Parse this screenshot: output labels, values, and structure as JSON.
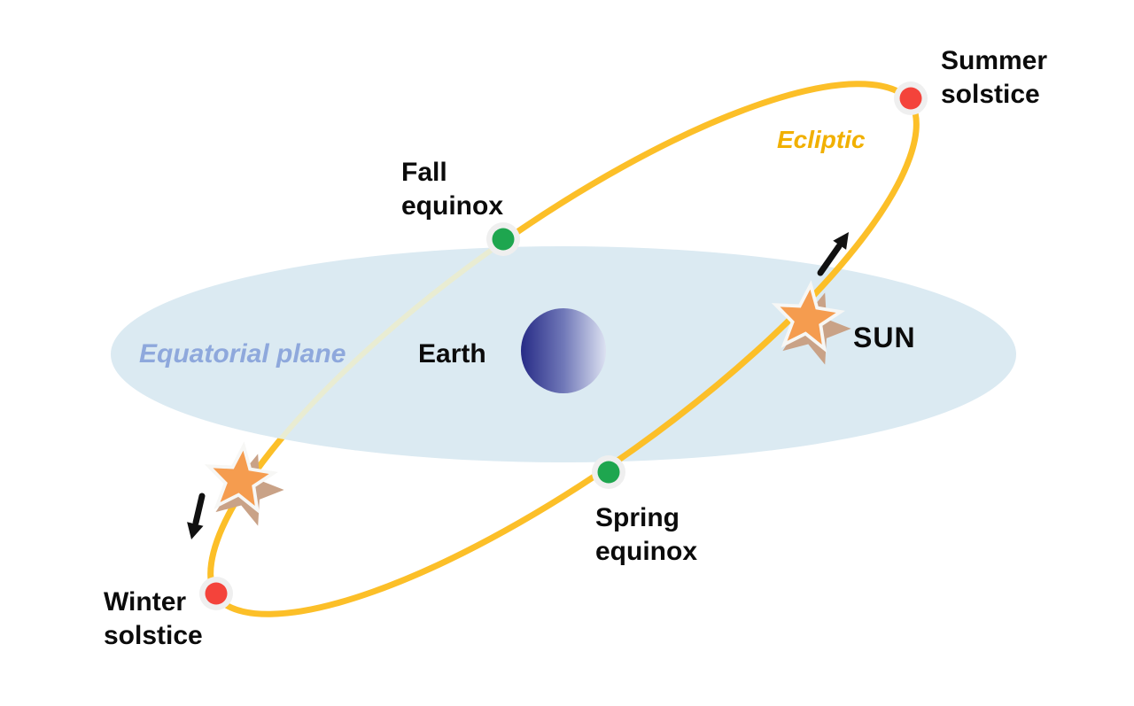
{
  "labels": {
    "summer_solstice": [
      "Summer",
      "solstice"
    ],
    "winter_solstice": [
      "Winter",
      "solstice"
    ],
    "fall_equinox": [
      "Fall",
      "equinox"
    ],
    "spring_equinox": [
      "Spring",
      "equinox"
    ],
    "ecliptic": "Ecliptic",
    "equatorial_plane": "Equatorial plane",
    "earth": "Earth",
    "sun": "SUN"
  },
  "colors": {
    "ecliptic_line": "#FCBF28",
    "ecliptic_line_faded": "#E9ECD2",
    "ecliptic_label": "#F1B000",
    "plane_fill": "#DBEAF2",
    "plane_label": "#8EA8DC",
    "solstice_dot": "#F4433B",
    "equinox_dot": "#1EA64F",
    "dot_halo": "#EFEFEF",
    "sun_star": "#F59C4F",
    "sun_star_border": "#F7F7F5",
    "sun_star_shadow": "#C9A287",
    "earth_dark": "#272B86",
    "earth_mid": "#7078B8",
    "earth_light": "#DCE1F1",
    "arrow": "#111111",
    "label_text": "#0B0B0B"
  },
  "markers": [
    {
      "point": "Summer solstice",
      "marker": "red dot on ecliptic"
    },
    {
      "point": "Winter solstice",
      "marker": "red dot on ecliptic"
    },
    {
      "point": "Fall equinox",
      "marker": "green dot where ecliptic crosses equatorial plane"
    },
    {
      "point": "Spring equinox",
      "marker": "green dot where ecliptic crosses equatorial plane"
    }
  ]
}
